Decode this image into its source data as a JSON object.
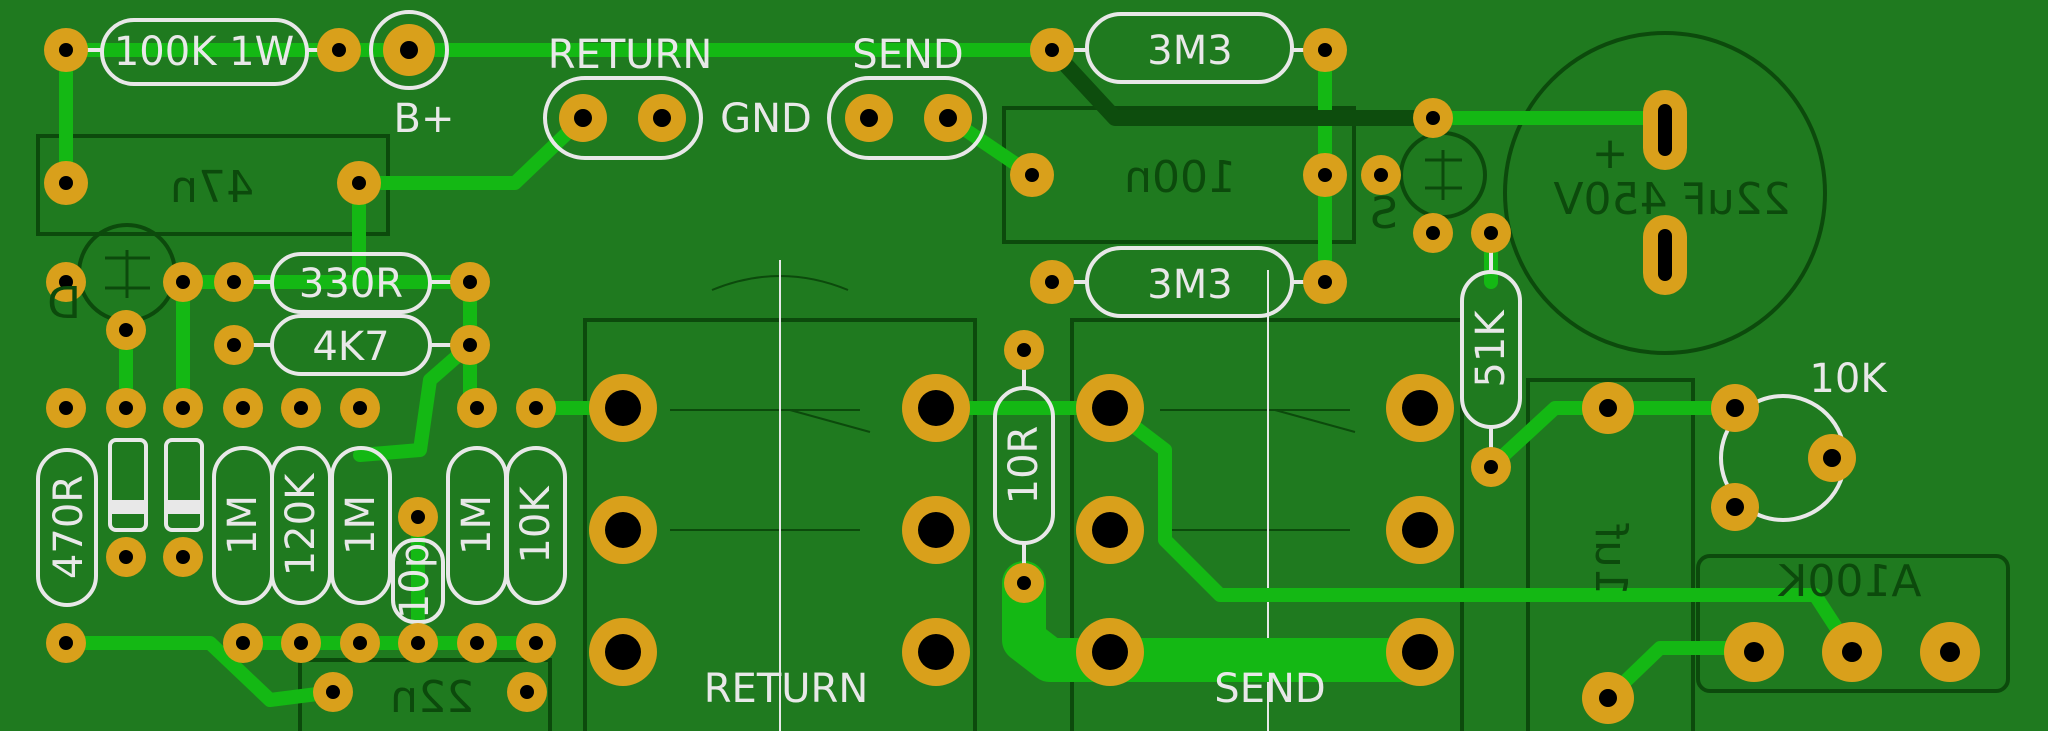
{
  "board": {
    "colors": {
      "board": "#1f7a1f",
      "trace": "#14b814",
      "trace_dark": "#0d4d0d",
      "pad": "#d9a01b",
      "hole": "#000000",
      "silk": "#e8e8e8",
      "outline": "#0c4a0c"
    }
  },
  "labels": {
    "r_100k_1w": "100K 1W",
    "b_plus": "B+",
    "return_top": "RETURN",
    "gnd": "GND",
    "send_top": "SEND",
    "r_3m3_top": "3M3",
    "r_3m3_mid": "3M3",
    "r_330r": "330R",
    "r_4k7": "4K7",
    "r_470r": "470R",
    "r_1m_a": "1M",
    "r_120k": "120K",
    "r_1m_b": "1M",
    "c_10p": "10p",
    "r_1m_c": "1M",
    "r_10k": "10K",
    "r_10r": "10R",
    "r_51k": "51K",
    "pot_10k": "10K",
    "return_bottom": "RETURN",
    "send_bottom": "SEND"
  },
  "mirrored_labels": {
    "c_47n": "47n",
    "c_100n": "100n",
    "c_22n": "22n",
    "c_1uf": "1uf",
    "pot_a100k": "A100K",
    "c_22uf_450v": "22uF 450V",
    "plus": "+",
    "d_mark": "D",
    "s_mark": "S"
  }
}
